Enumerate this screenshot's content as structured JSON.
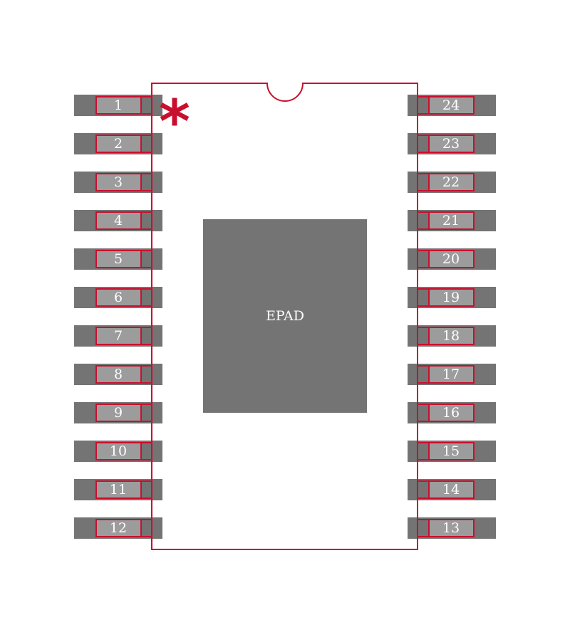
{
  "diagram": {
    "epad_label": "EPAD",
    "pin1_marker": "*",
    "left_pins": [
      "1",
      "2",
      "3",
      "4",
      "5",
      "6",
      "7",
      "8",
      "9",
      "10",
      "11",
      "12"
    ],
    "right_pins": [
      "24",
      "23",
      "22",
      "21",
      "20",
      "19",
      "18",
      "17",
      "16",
      "15",
      "14",
      "13"
    ]
  },
  "colors": {
    "outline": "#c8102e",
    "pad": "#747474",
    "pad_inner": "#9c9c9c",
    "epad": "#747474",
    "label": "#ffffff",
    "background": "#ffffff"
  }
}
